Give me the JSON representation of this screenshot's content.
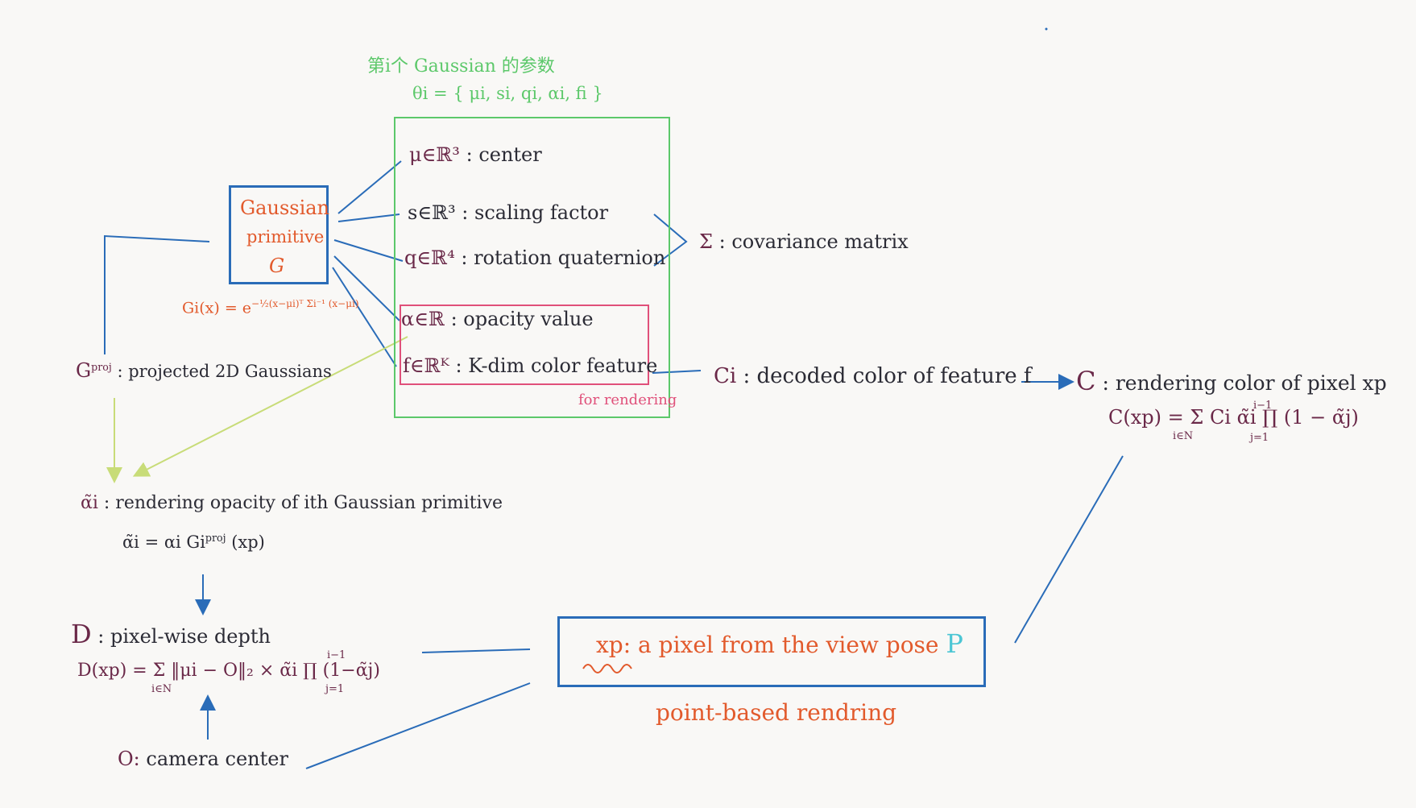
{
  "params_header": {
    "title": "第i个 Gaussian 的参数",
    "set_symbol": "θi",
    "set_formula": "= { μi, si, qi, αi, fi }"
  },
  "primitive": {
    "line1": "Gaussian",
    "line2": "primitive",
    "line3": "G",
    "gi_formula_lhs": "Gi(x) = e",
    "gi_formula_exp": "−½(x−μi)ᵀ Σi⁻¹ (x−μi)"
  },
  "params": {
    "mu": {
      "sym": "μ∈ℝ³",
      "sep": ":",
      "desc": "center"
    },
    "s": {
      "sym": "s∈ℝ³",
      "sep": ":",
      "desc": "scaling  factor"
    },
    "q": {
      "sym": "q∈ℝ⁴",
      "sep": ":",
      "desc": "rotation  quaternion"
    },
    "alpha": {
      "sym": "α∈ℝ",
      "sep": ":",
      "desc": "opacity  value"
    },
    "f": {
      "sym": "f∈ℝᴷ",
      "sep": ":",
      "desc": "K-dim  color  feature"
    },
    "for_rendering": "for  rendering"
  },
  "covariance": {
    "sym": "Σ",
    "sep": ":",
    "desc": "covariance  matrix"
  },
  "decoded": {
    "sym": "Ci",
    "sep": ":",
    "desc": "decoded  color  of  feature  f"
  },
  "rendering_color": {
    "sym": "C",
    "sep": ":",
    "desc": "rendering  color  of  pixel  xp",
    "formula": "C(xp) = Σ Ci α̃i ∏ (1 − α̃j)",
    "sum_sub": "i∈N",
    "prod_sup": "i−1",
    "prod_sub": "j=1"
  },
  "projected": {
    "sym": "G",
    "sym_sup": "proj",
    "desc": ": projected 2D Gaussians"
  },
  "alpha_tilde": {
    "sym": "α̃i",
    "desc": ": rendering  opacity  of  ith  Gaussian  primitive",
    "formula": "α̃i =  αi Gi",
    "formula_sup": "proj",
    "formula_tail": "(xp)"
  },
  "depth": {
    "sym": "D",
    "desc": ": pixel-wise  depth",
    "formula": "D(xp) = Σ ‖μi − O‖₂ × α̃i ∏ (1−α̃j)",
    "sum_sub": "i∈N",
    "prod_sup": "i−1",
    "prod_sub": "j=1"
  },
  "camera": {
    "sym": "O:",
    "desc": "camera  center"
  },
  "pixel": {
    "sym": "xp",
    "desc": ": a  pixel  from  the  view  pose",
    "pose": "P"
  },
  "point_based": "point-based  rendring",
  "colors": {
    "blue": "#2a6cb8",
    "green": "#5cc86a",
    "pink": "#e0507a",
    "orange": "#e25a2c",
    "purple": "#6a2848",
    "lime": "#c8dc78",
    "cyan": "#4cc6d4"
  }
}
